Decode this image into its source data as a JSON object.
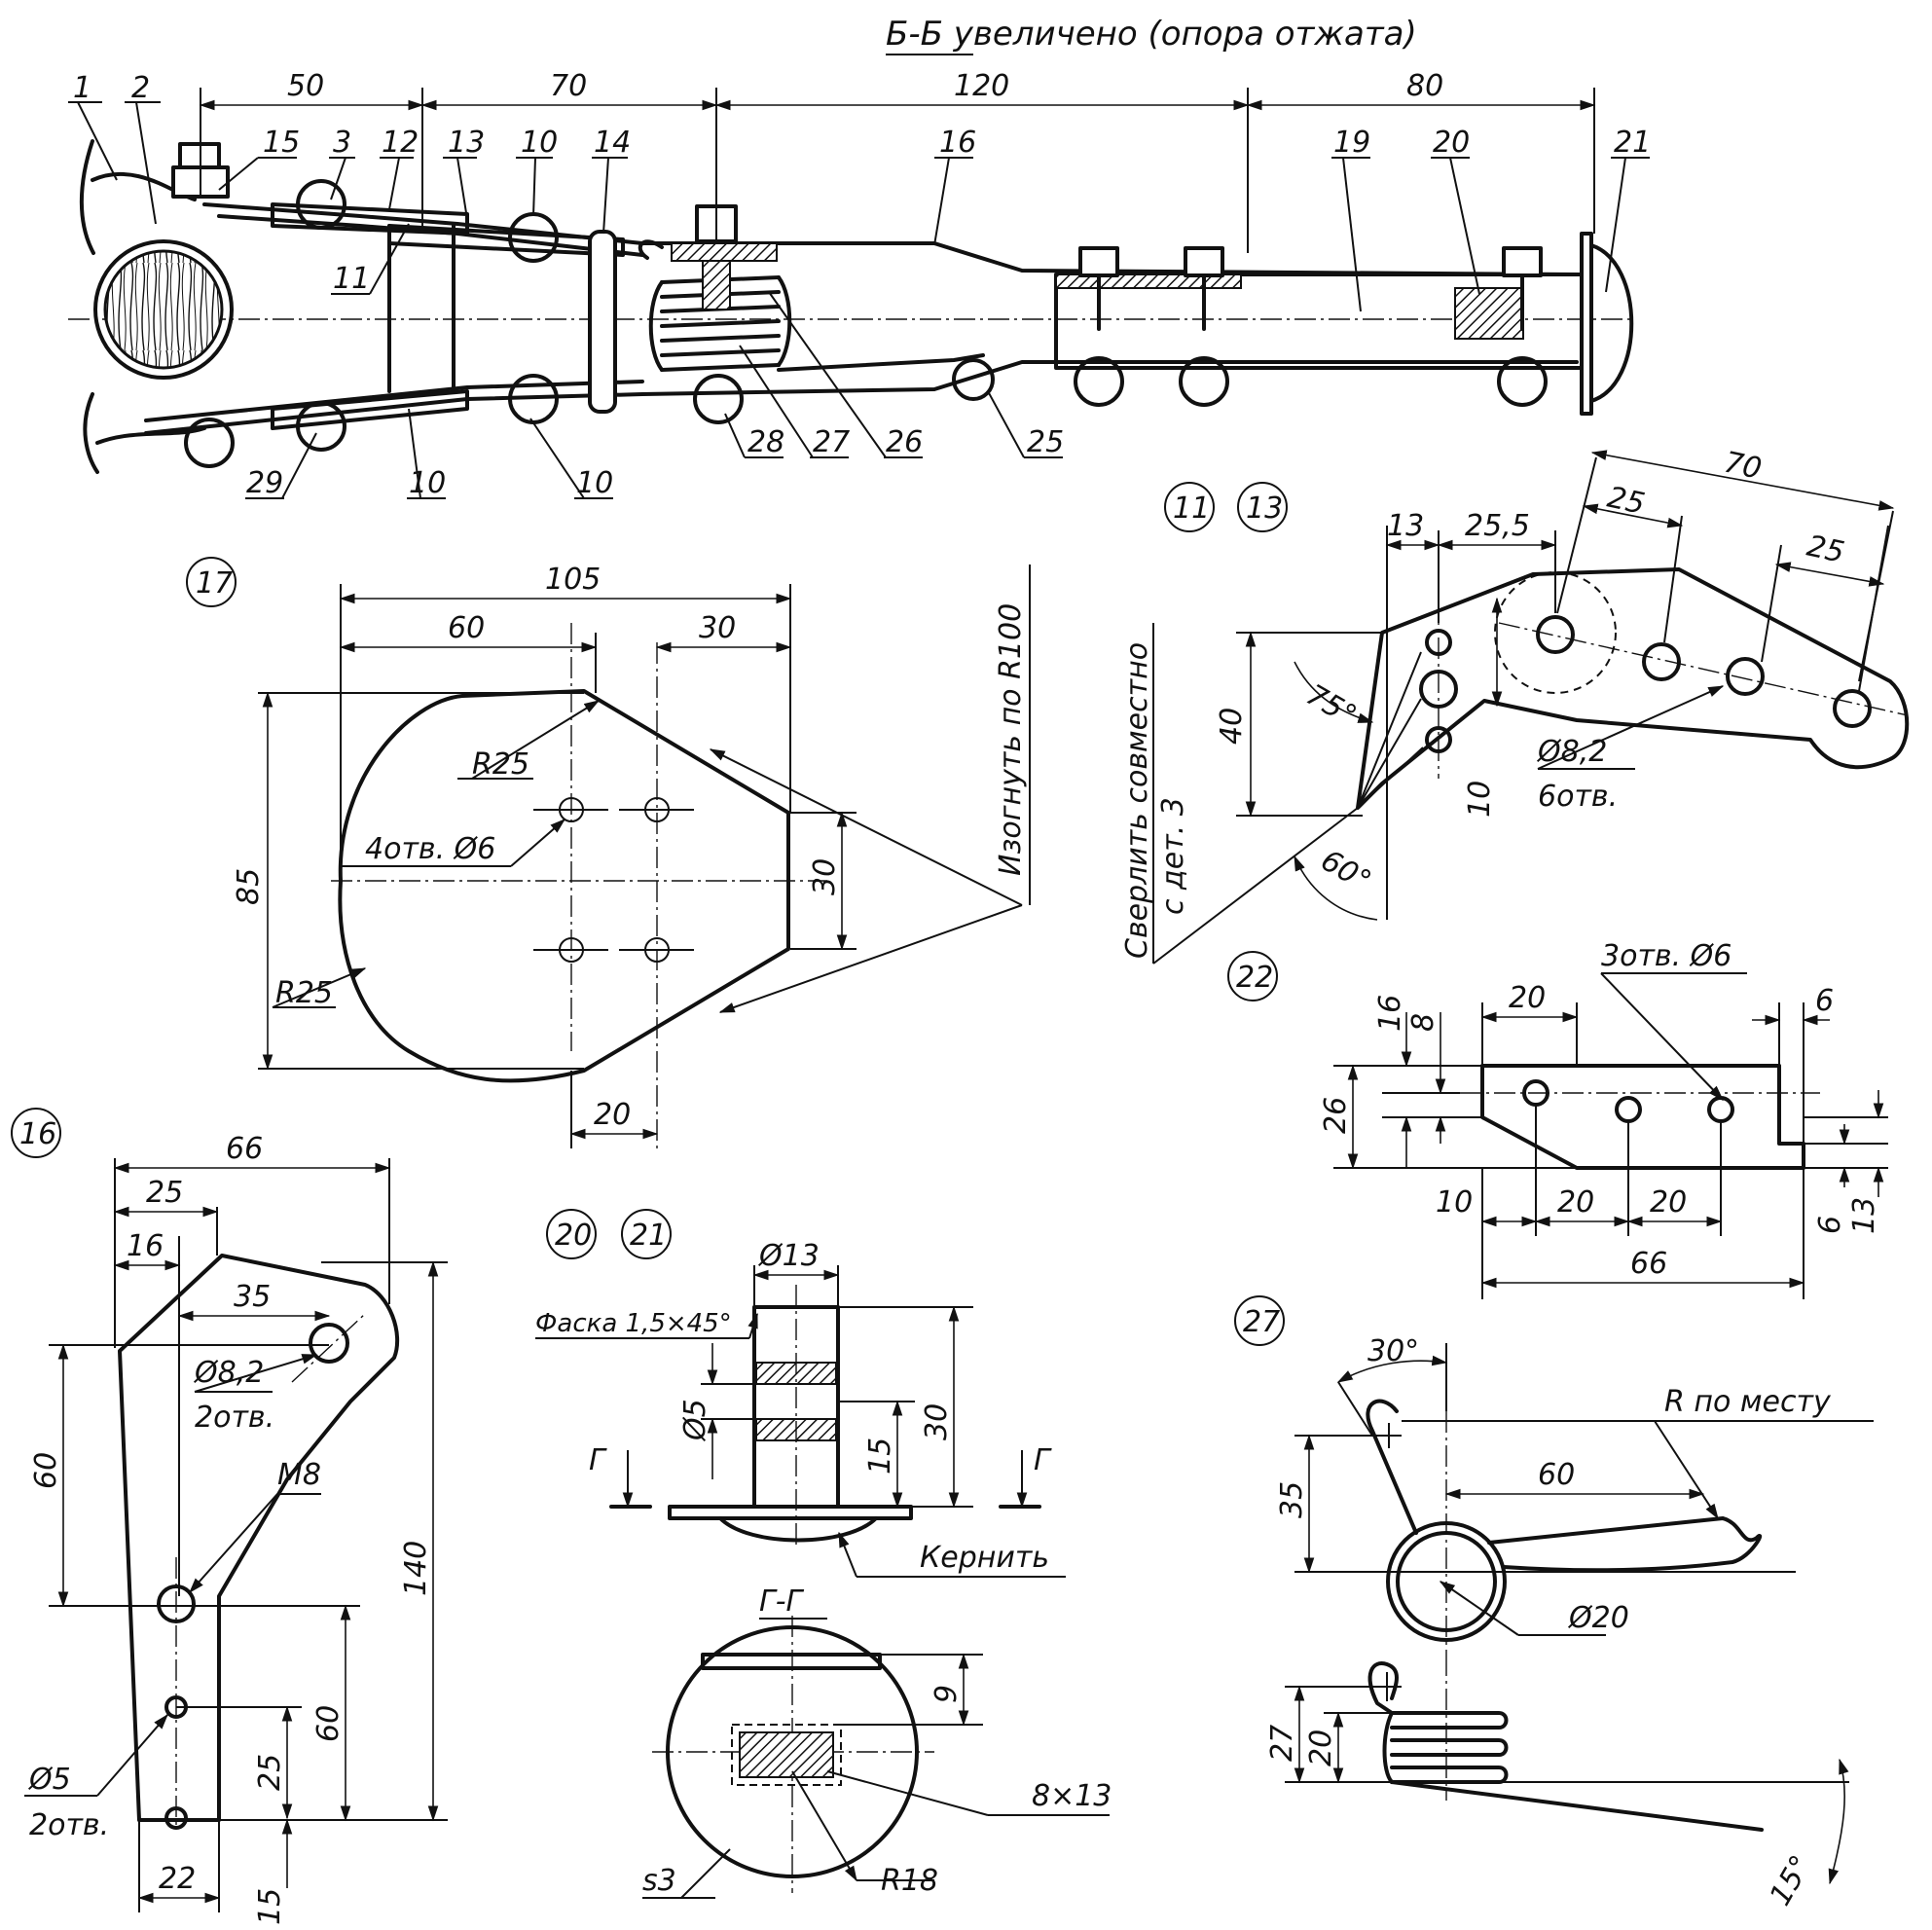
{
  "title": "Б-Б  увеличено (опора отжата)",
  "assembly": {
    "dims": [
      "50",
      "70",
      "120",
      "80"
    ],
    "callouts": [
      "1",
      "2",
      "15",
      "3",
      "12",
      "13",
      "10",
      "14",
      "16",
      "19",
      "20",
      "21",
      "11",
      "29",
      "10",
      "10",
      "28",
      "27",
      "26",
      "25"
    ]
  },
  "part17": {
    "label": "17",
    "dims": [
      "105",
      "60",
      "30",
      "85",
      "30",
      "20"
    ],
    "radius_top": "R25",
    "radius_left": "R25",
    "holes": "4отв. Ø6",
    "bend": "Изогнуть по R100"
  },
  "part11_13": {
    "labels": [
      "11",
      "13"
    ],
    "dims": [
      "70",
      "25",
      "25",
      "13",
      "25,5",
      "40",
      "10"
    ],
    "angles": [
      "75°",
      "60°"
    ],
    "holes_top": "Ø8,2",
    "holes_bottom": "6отв.",
    "note_line1": "Сверлить совместно",
    "note_line2": "с дет. 3"
  },
  "part22": {
    "label": "22",
    "holes": "3отв. Ø6",
    "dims": [
      "20",
      "16",
      "8",
      "6",
      "26",
      "10",
      "20",
      "20",
      "66",
      "6",
      "13"
    ]
  },
  "part16": {
    "label": "16",
    "dims": [
      "66",
      "25",
      "16",
      "35",
      "60",
      "140",
      "60",
      "25",
      "22",
      "15"
    ],
    "holes_big_top": "Ø8,2",
    "holes_big_bottom": "2отв.",
    "thread": "M8",
    "holes_small_top": "Ø5",
    "holes_small_bottom": "2отв."
  },
  "part20_21": {
    "labels": [
      "20",
      "21"
    ],
    "diameter": "Ø13",
    "chamfer": "Фаска 1,5×45°",
    "bore": "Ø5",
    "dims": [
      "30",
      "15",
      "9"
    ],
    "section_mark": "Г",
    "section_label": "Г-Г",
    "punch": "Кернить",
    "thickness": "s3",
    "radius": "R18",
    "square": "8×13"
  },
  "part27": {
    "label": "27",
    "angle_top": "30°",
    "radius_note": "R по месту",
    "dims": [
      "60",
      "35",
      "27",
      "20"
    ],
    "coil": "Ø20",
    "angle_bottom": "15°"
  }
}
